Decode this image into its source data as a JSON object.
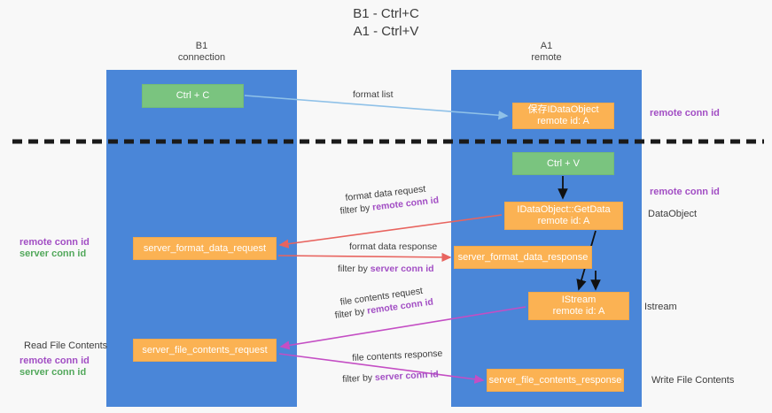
{
  "title": {
    "line1": "B1 - Ctrl+C",
    "line2": "A1 - Ctrl+V"
  },
  "lanes": [
    {
      "name": "B1",
      "role": "connection"
    },
    {
      "name": "A1",
      "role": "remote"
    }
  ],
  "nodes": {
    "ctrl_c": {
      "label": "Ctrl + C",
      "color": "#7ac47f"
    },
    "save_dataobject": {
      "label": "保存IDataObject",
      "sub": "remote id: A",
      "color": "#fbb253"
    },
    "ctrl_v": {
      "label": "Ctrl + V",
      "color": "#7ac47f"
    },
    "getdata": {
      "label": "IDataObject::GetData",
      "sub": "remote id: A",
      "color": "#fbb253"
    },
    "server_format_data_response": {
      "label": "server_format_data_response",
      "color": "#fbb253"
    },
    "istream": {
      "label": "IStream",
      "sub": "remote id: A",
      "color": "#fbb253"
    },
    "server_format_data_request": {
      "label": "server_format_data_request",
      "color": "#fbb253"
    },
    "server_file_contents_request": {
      "label": "server_file_contents_request",
      "color": "#fbb253"
    },
    "server_file_contents_response": {
      "label": "server_file_contents_response",
      "color": "#fbb253"
    }
  },
  "flow_labels": {
    "format_list": "format list",
    "format_data_request": "format data request",
    "filter_by_remote_1": {
      "prefix": "filter by ",
      "key": "remote conn id"
    },
    "format_data_response": "format data response",
    "filter_by_server_1": {
      "prefix": "filter by ",
      "key": "server conn id"
    },
    "file_contents_request": "file contents request",
    "filter_by_remote_2": {
      "prefix": "filter by ",
      "key": "remote conn id"
    },
    "file_contents_response": "file contents response",
    "filter_by_server_2": {
      "prefix": "filter by ",
      "key": "server conn id"
    }
  },
  "side_labels": {
    "remote_conn_id_top": "remote conn id",
    "remote_conn_id_mid": "remote conn id",
    "dataobject": "DataObject",
    "istream": "Istream",
    "write_file_contents": "Write File Contents"
  },
  "left_labels": {
    "remote_conn_id_1": "remote conn id",
    "server_conn_id_1": "server conn id",
    "read_file_contents": "Read File Contents",
    "remote_conn_id_2": "remote conn id",
    "server_conn_id_2": "server conn id"
  },
  "colors": {
    "lane": "#4a86d8",
    "green_node": "#7ac47f",
    "orange_node": "#fbb253",
    "purple_text": "#a24ec4",
    "green_text": "#52a85b",
    "red_arrow": "#e8645f",
    "magenta_arrow": "#c44ec4",
    "blue_arrow": "#8fc1e8",
    "black_arrow": "#111111",
    "divider": "#1a1a1a",
    "background": "#f8f8f8"
  }
}
